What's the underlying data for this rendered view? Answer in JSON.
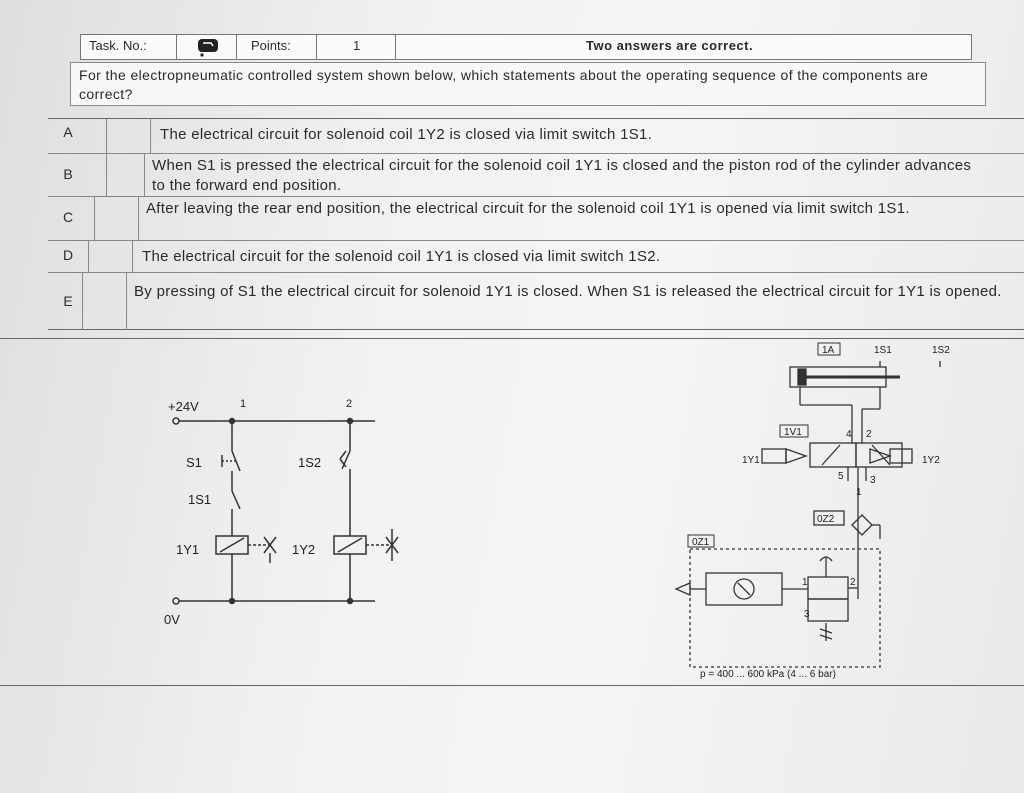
{
  "header": {
    "task_label": "Task. No.:",
    "points_label": "Points:",
    "points_value": "1",
    "note": "Two answers are correct."
  },
  "question": "For the electropneumatic controlled system shown below, which statements about the operating sequence of the components are correct?",
  "answers": [
    {
      "letter": "A",
      "text": "The electrical circuit for solenoid coil 1Y2 is closed via limit switch 1S1."
    },
    {
      "letter": "B",
      "text": "When S1 is pressed the electrical circuit for the solenoid coil 1Y1 is closed and the piston rod of the cylinder advances to the forward end position."
    },
    {
      "letter": "C",
      "text": "After leaving the rear end position, the electrical circuit for the solenoid coil 1Y1 is opened via limit switch 1S1."
    },
    {
      "letter": "D",
      "text": "The electrical circuit for the solenoid coil 1Y1 is closed via limit switch 1S2."
    },
    {
      "letter": "E",
      "text": "By pressing of S1 the electrical circuit for solenoid 1Y1 is closed. When S1 is released the electrical circuit for 1Y1 is opened."
    }
  ],
  "electrical": {
    "supply": "+24V",
    "ground": "0V",
    "path1": "1",
    "path2": "2",
    "switch_s1": "S1",
    "switch_1s1": "1S1",
    "switch_1s2": "1S2",
    "coil_1y1": "1Y1",
    "coil_1y2": "1Y2"
  },
  "pneumatic": {
    "cylinder": "1A",
    "limit_1s1": "1S1",
    "limit_1s2": "1S2",
    "valve": "1V1",
    "coil_left": "1Y1",
    "coil_right": "1Y2",
    "port_4": "4",
    "port_2": "2",
    "port_5": "5",
    "port_3": "3",
    "port_1": "1",
    "exhaust": "0Z2",
    "service_unit": "0Z1",
    "sv_port_1": "1",
    "sv_port_2": "2",
    "sv_port_3": "3",
    "pressure": "p = 400 ... 600 kPa  (4 ... 6 bar)"
  }
}
